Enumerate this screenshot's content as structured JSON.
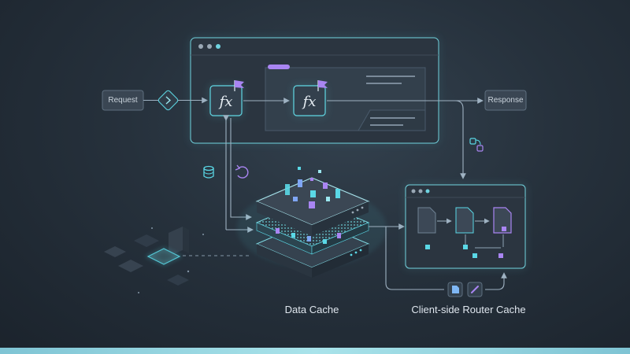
{
  "flow": {
    "request_label": "Request",
    "response_label": "Response"
  },
  "captions": {
    "data_cache": "Data Cache",
    "router_cache": "Client-side Router Cache"
  },
  "icons": {
    "function_glyph": "fx",
    "decision": "chevron-right-icon",
    "flag": "flag-icon",
    "database": "database-icon",
    "refresh": "refresh-icon",
    "sync": "sync-icon",
    "document": "document-icon",
    "link": "link-icon"
  },
  "colors": {
    "accent_cyan": "#5ad8e6",
    "accent_purple": "#a985f2",
    "panel": "#2f3a46",
    "line": "#8ea2b3"
  }
}
